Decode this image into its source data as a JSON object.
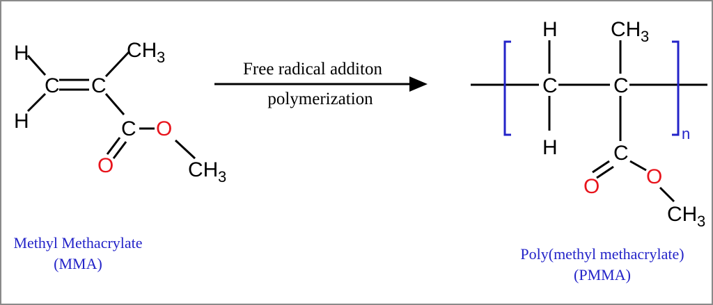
{
  "colors": {
    "black": "#000000",
    "oxygen": "#e8141c",
    "blue": "#2323c8",
    "frame": "#8a8a8a"
  },
  "atoms": {
    "H": "H",
    "C": "C",
    "O": "O",
    "CH": "CH",
    "sub3": "3"
  },
  "repeat_subscript": "n",
  "arrow": {
    "line1": "Free radical additon",
    "line2": "polymerization"
  },
  "mma": {
    "name": "Methyl Methacrylate",
    "abbr": "(MMA)"
  },
  "pmma": {
    "name": "Poly(methyl methacrylate)",
    "abbr": "(PMMA)"
  }
}
